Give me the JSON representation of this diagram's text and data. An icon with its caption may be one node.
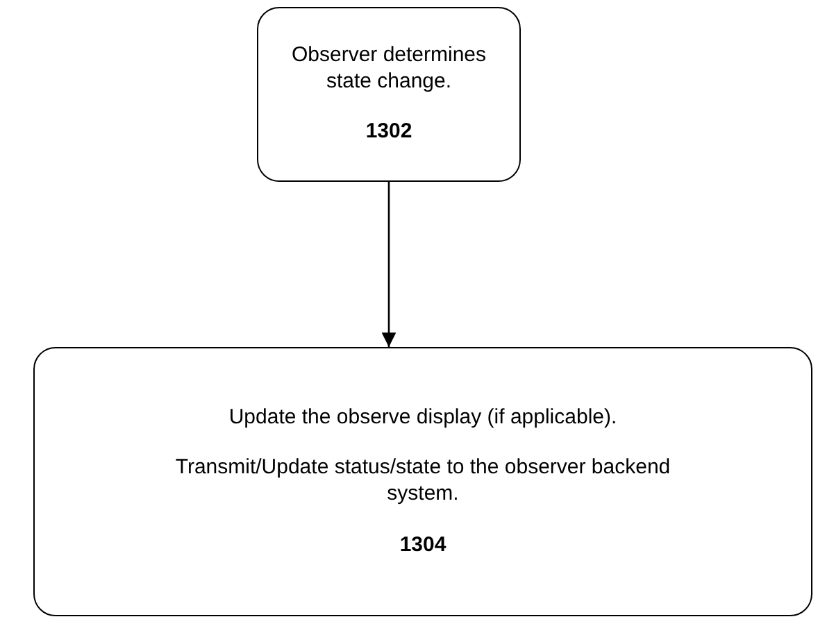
{
  "diagram": {
    "nodes": [
      {
        "text": [
          "Observer determines state change.",
          "1302"
        ]
      },
      {
        "text": [
          "Update the observe display (if applicable).",
          "Transmit/Update status/state to the observer backend system.",
          "1304"
        ]
      }
    ],
    "edges": [
      {
        "from": 0,
        "to": 1,
        "arrow": "to"
      }
    ]
  }
}
